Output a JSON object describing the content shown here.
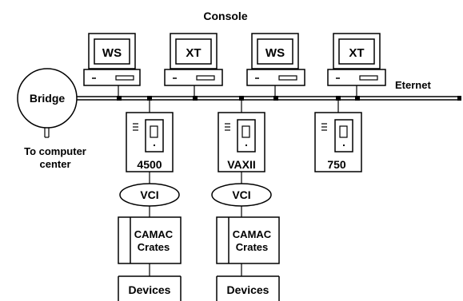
{
  "title": "Console",
  "network": {
    "label": "Eternet"
  },
  "bridge": {
    "label": "Bridge",
    "caption_line1": "To computer",
    "caption_line2": "center"
  },
  "terminals": [
    {
      "label": "WS"
    },
    {
      "label": "XT"
    },
    {
      "label": "WS"
    },
    {
      "label": "XT"
    }
  ],
  "computers": [
    {
      "label": "4500"
    },
    {
      "label": "VAXII"
    },
    {
      "label": "750"
    }
  ],
  "vci": [
    {
      "label": "VCI"
    },
    {
      "label": "VCI"
    }
  ],
  "camac": [
    {
      "line1": "CAMAC",
      "line2": "Crates"
    },
    {
      "line1": "CAMAC",
      "line2": "Crates"
    }
  ],
  "devices": [
    {
      "label": "Devices"
    },
    {
      "label": "Devices"
    }
  ],
  "icons": {
    "terminal": "monitor-with-keyboard",
    "computer": "computer-cabinet",
    "bridge": "bridge-circle",
    "crate": "camac-crate"
  }
}
